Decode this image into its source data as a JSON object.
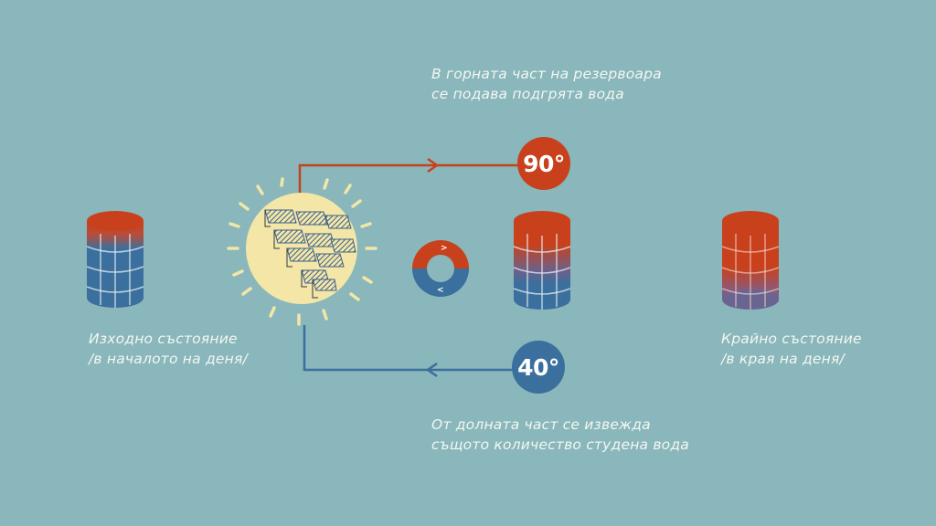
{
  "labels": {
    "top_line1": "В горната част на резервоара",
    "top_line2": "се подава подгрята вода",
    "bottom_line1": "От долната част се извежда",
    "bottom_line2": "същото количество  студена вода",
    "initial_line1": "Изходно състояние",
    "initial_line2": "/в началото на деня/",
    "final_line1": "Крайно състояние",
    "final_line2": "/в края на деня/"
  },
  "temperatures": {
    "hot": "90°",
    "cold": "40°"
  },
  "cycle_arrows": {
    "top": ">",
    "bottom": "<"
  },
  "colors": {
    "background": "#89b7bb",
    "hot": "#c8411c",
    "cold": "#3a6f9e",
    "sun": "#f3e6a6",
    "text": "#f4f7f2"
  },
  "icons": {
    "sun": "sun-with-solar-panels-icon",
    "tank": "water-tank-icon",
    "cycle": "circulation-ring-icon"
  }
}
